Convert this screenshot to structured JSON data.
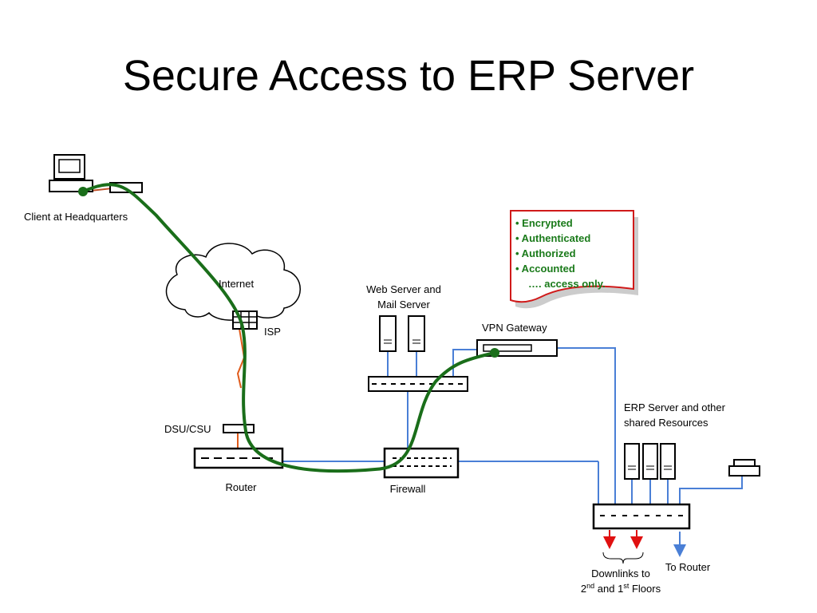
{
  "title": "Secure Access to ERP Server",
  "labels": {
    "client": "Client at Headquarters",
    "internet": "Internet",
    "isp": "ISP",
    "web_server_1": "Web Server and",
    "web_server_2": "Mail Server",
    "vpn_gateway": "VPN Gateway",
    "dsu_csu": "DSU/CSU",
    "router": "Router",
    "firewall": "Firewall",
    "erp_1": "ERP Server and other",
    "erp_2": "shared Resources",
    "to_router": "To Router",
    "downlinks_1": "Downlinks to",
    "downlinks_2_a": "2",
    "downlinks_2_sup1": "nd",
    "downlinks_2_b": " and 1",
    "downlinks_2_sup2": "st",
    "downlinks_2_c": " Floors"
  },
  "note_items": [
    "• Encrypted",
    "• Authenticated",
    "• Authorized",
    "• Accounted"
  ],
  "note_tail": "…. access only.",
  "colors": {
    "link_blue": "#4a7fd6",
    "secure_path_green": "#1a6e1a",
    "isp_line_orange": "#e05a1a",
    "downlink_red": "#e01010",
    "note_border": "#d01a1a",
    "note_text": "#1a7a1a"
  }
}
